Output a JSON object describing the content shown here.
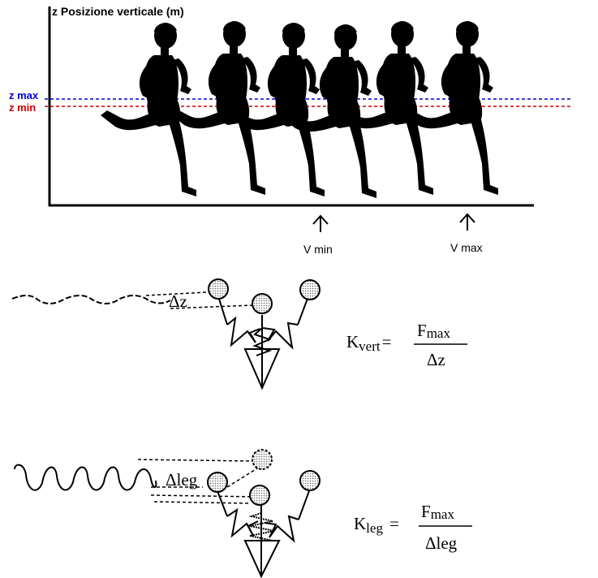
{
  "top": {
    "axis_label": "z Posizione verticale (m)",
    "z_max_label": "z max",
    "z_min_label": "z min",
    "v_min_label": "V min",
    "v_max_label": "V max",
    "colors": {
      "z_max": "#0000cc",
      "z_min": "#cc0000",
      "ink": "#000000"
    },
    "runner_count": 6
  },
  "middle": {
    "delta_label": "Δz",
    "formula": {
      "k": "K",
      "k_sub": "vert",
      "equals": "=",
      "numerator": "F",
      "numerator_sub": "max",
      "denominator": "Δz"
    }
  },
  "bottom": {
    "delta_label": "Δleg",
    "formula": {
      "k": "K",
      "k_sub": "leg",
      "equals": "=",
      "numerator": "F",
      "numerator_sub": "max",
      "denominator": "Δleg"
    }
  }
}
